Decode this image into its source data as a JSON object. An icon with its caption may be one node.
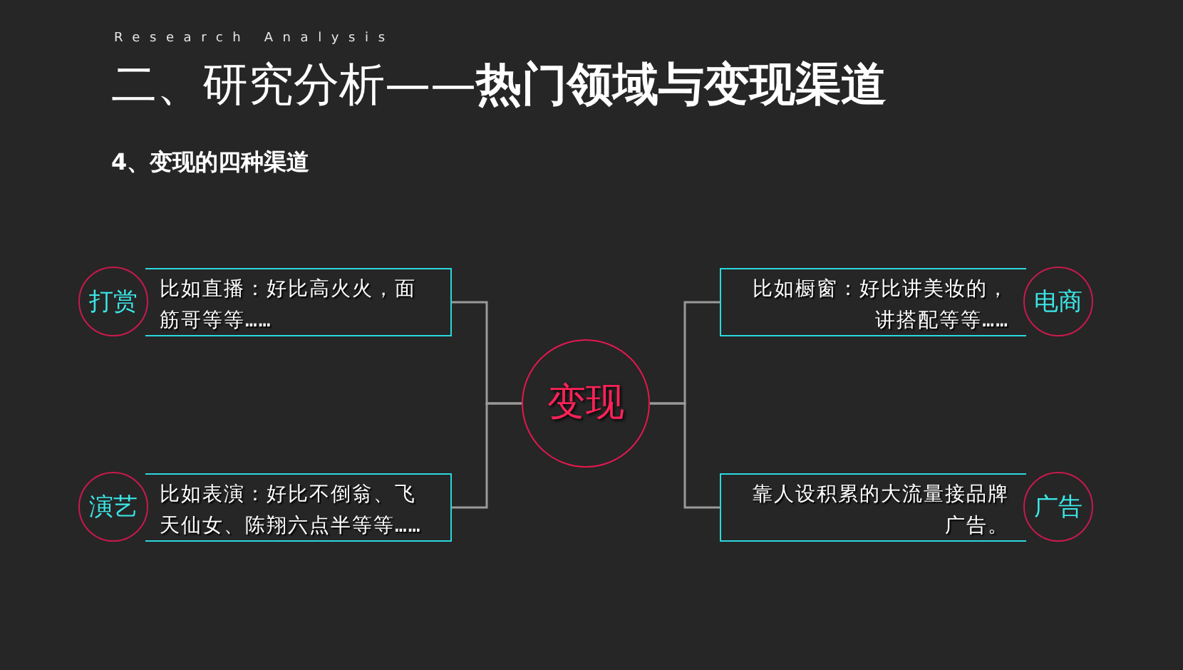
{
  "diagram": {
    "title": "二、研究分析——**热门领域与变现渠道**",
    "nodes": [
      {
        "text": [
          "变现"
        ]
      },
      {
        "text": [
          "打赏"
        ]
      },
      {
        "text": [
          "比如直播：好比高火火，面筋哥等等……"
        ]
      },
      {
        "text": [
          "演艺"
        ]
      },
      {
        "text": [
          "比如表演：好比不倒翁、飞天仙女、陈翔六点半等等……"
        ]
      },
      {
        "text": [
          "电商"
        ]
      },
      {
        "text": [
          "比如橱窗：好比讲美妆的，讲搭配等等……"
        ]
      },
      {
        "text": [
          "广告"
        ]
      },
      {
        "text": [
          "靠人设积累的大流量接品牌广告。"
        ]
      }
    ],
    "edges": [
      {
        "from": 0,
        "to": 2,
        "arrow": "none"
      },
      {
        "from": 0,
        "to": 4,
        "arrow": "none"
      },
      {
        "from": 0,
        "to": 6,
        "arrow": "none"
      },
      {
        "from": 0,
        "to": 8,
        "arrow": "none"
      }
    ],
    "labels": [
      "Research Analysis",
      "4、变现的四种渠道"
    ]
  }
}
